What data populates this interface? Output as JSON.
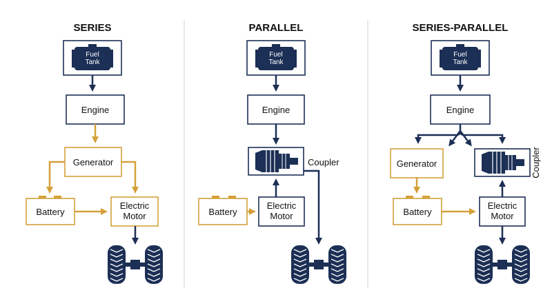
{
  "colors": {
    "navy": "#1c2f55",
    "gold": "#d4a03a",
    "divider": "#cfcfcf"
  },
  "series": {
    "title": "SERIES",
    "fuel_tank": "Fuel\nTank",
    "engine": "Engine",
    "generator": "Generator",
    "battery": "Battery",
    "electric_motor": "Electric\nMotor"
  },
  "parallel": {
    "title": "PARALLEL",
    "fuel_tank": "Fuel\nTank",
    "engine": "Engine",
    "coupler": "Coupler",
    "battery": "Battery",
    "electric_motor": "Electric\nMotor"
  },
  "series_parallel": {
    "title": "SERIES-PARALLEL",
    "fuel_tank": "Fuel\nTank",
    "engine": "Engine",
    "generator": "Generator",
    "coupler": "Coupler",
    "battery": "Battery",
    "electric_motor": "Electric\nMotor"
  },
  "icons": [
    "fuel-tank-icon",
    "coupler-gearbox-icon",
    "axle-wheels-icon"
  ]
}
